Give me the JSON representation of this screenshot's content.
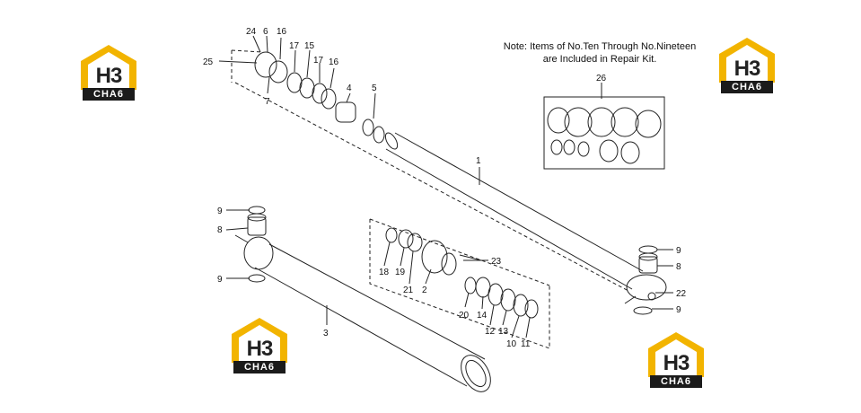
{
  "note": {
    "line1": "Note: Items of No.Ten Through No.Nineteen",
    "line2": "are Included in Repair Kit."
  },
  "logos": [
    {
      "brand": "H3",
      "bar": "CHA6"
    },
    {
      "brand": "H3",
      "bar": "CHA6"
    },
    {
      "brand": "H3",
      "bar": "CHA6"
    },
    {
      "brand": "H3",
      "bar": "CHA6"
    }
  ],
  "colors": {
    "logo_yellow": "#f2b400",
    "logo_dark": "#1b1b1b",
    "line": "#222222"
  },
  "callouts": {
    "c24": "24",
    "c6": "6",
    "c16a": "16",
    "c17a": "17",
    "c15": "15",
    "c17b": "17",
    "c16b": "16",
    "c25": "25",
    "c7": "7",
    "c4": "4",
    "c5": "5",
    "c1": "1",
    "c26": "26",
    "c9a": "9",
    "c8a": "8",
    "c9b": "9",
    "c3": "3",
    "c18": "18",
    "c19": "19",
    "c21": "21",
    "c2": "2",
    "c23": "23",
    "c20": "20",
    "c14": "14",
    "c12": "12",
    "c13": "13",
    "c10": "10",
    "c11": "11",
    "c9c": "9",
    "c8b": "8",
    "c22": "22",
    "c9d": "9"
  }
}
